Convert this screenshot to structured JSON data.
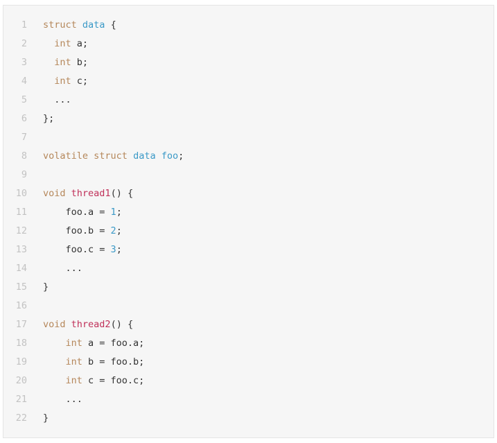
{
  "colors": {
    "background": "#f6f6f6",
    "border": "#e5e5e5",
    "line_number": "#c2c2c2",
    "keyword": "#b5875a",
    "type_name": "#3a99c7",
    "function_name": "#c0315a",
    "number": "#3a99c7",
    "plain": "#333333"
  },
  "code": {
    "language": "c",
    "lines": [
      {
        "n": "1",
        "tokens": [
          {
            "t": "struct",
            "k": "keyword"
          },
          {
            "t": " ",
            "k": "plain"
          },
          {
            "t": "data",
            "k": "type"
          },
          {
            "t": " {",
            "k": "plain"
          }
        ]
      },
      {
        "n": "2",
        "tokens": [
          {
            "t": "  ",
            "k": "plain"
          },
          {
            "t": "int",
            "k": "keyword"
          },
          {
            "t": " a;",
            "k": "plain"
          }
        ]
      },
      {
        "n": "3",
        "tokens": [
          {
            "t": "  ",
            "k": "plain"
          },
          {
            "t": "int",
            "k": "keyword"
          },
          {
            "t": " b;",
            "k": "plain"
          }
        ]
      },
      {
        "n": "4",
        "tokens": [
          {
            "t": "  ",
            "k": "plain"
          },
          {
            "t": "int",
            "k": "keyword"
          },
          {
            "t": " c;",
            "k": "plain"
          }
        ]
      },
      {
        "n": "5",
        "tokens": [
          {
            "t": "  ...",
            "k": "plain"
          }
        ]
      },
      {
        "n": "6",
        "tokens": [
          {
            "t": "};",
            "k": "plain"
          }
        ]
      },
      {
        "n": "7",
        "tokens": []
      },
      {
        "n": "8",
        "tokens": [
          {
            "t": "volatile",
            "k": "keyword"
          },
          {
            "t": " ",
            "k": "plain"
          },
          {
            "t": "struct",
            "k": "keyword"
          },
          {
            "t": " ",
            "k": "plain"
          },
          {
            "t": "data",
            "k": "type"
          },
          {
            "t": " ",
            "k": "plain"
          },
          {
            "t": "foo",
            "k": "type"
          },
          {
            "t": ";",
            "k": "plain"
          }
        ]
      },
      {
        "n": "9",
        "tokens": []
      },
      {
        "n": "10",
        "tokens": [
          {
            "t": "void",
            "k": "keyword"
          },
          {
            "t": " ",
            "k": "plain"
          },
          {
            "t": "thread1",
            "k": "func"
          },
          {
            "t": "() {",
            "k": "plain"
          }
        ]
      },
      {
        "n": "11",
        "tokens": [
          {
            "t": "    foo.a = ",
            "k": "plain"
          },
          {
            "t": "1",
            "k": "number"
          },
          {
            "t": ";",
            "k": "plain"
          }
        ]
      },
      {
        "n": "12",
        "tokens": [
          {
            "t": "    foo.b = ",
            "k": "plain"
          },
          {
            "t": "2",
            "k": "number"
          },
          {
            "t": ";",
            "k": "plain"
          }
        ]
      },
      {
        "n": "13",
        "tokens": [
          {
            "t": "    foo.c = ",
            "k": "plain"
          },
          {
            "t": "3",
            "k": "number"
          },
          {
            "t": ";",
            "k": "plain"
          }
        ]
      },
      {
        "n": "14",
        "tokens": [
          {
            "t": "    ...",
            "k": "plain"
          }
        ]
      },
      {
        "n": "15",
        "tokens": [
          {
            "t": "}",
            "k": "plain"
          }
        ]
      },
      {
        "n": "16",
        "tokens": []
      },
      {
        "n": "17",
        "tokens": [
          {
            "t": "void",
            "k": "keyword"
          },
          {
            "t": " ",
            "k": "plain"
          },
          {
            "t": "thread2",
            "k": "func"
          },
          {
            "t": "() {",
            "k": "plain"
          }
        ]
      },
      {
        "n": "18",
        "tokens": [
          {
            "t": "    ",
            "k": "plain"
          },
          {
            "t": "int",
            "k": "keyword"
          },
          {
            "t": " a = foo.a;",
            "k": "plain"
          }
        ]
      },
      {
        "n": "19",
        "tokens": [
          {
            "t": "    ",
            "k": "plain"
          },
          {
            "t": "int",
            "k": "keyword"
          },
          {
            "t": " b = foo.b;",
            "k": "plain"
          }
        ]
      },
      {
        "n": "20",
        "tokens": [
          {
            "t": "    ",
            "k": "plain"
          },
          {
            "t": "int",
            "k": "keyword"
          },
          {
            "t": " c = foo.c;",
            "k": "plain"
          }
        ]
      },
      {
        "n": "21",
        "tokens": [
          {
            "t": "    ...",
            "k": "plain"
          }
        ]
      },
      {
        "n": "22",
        "tokens": [
          {
            "t": "}",
            "k": "plain"
          }
        ]
      }
    ]
  }
}
